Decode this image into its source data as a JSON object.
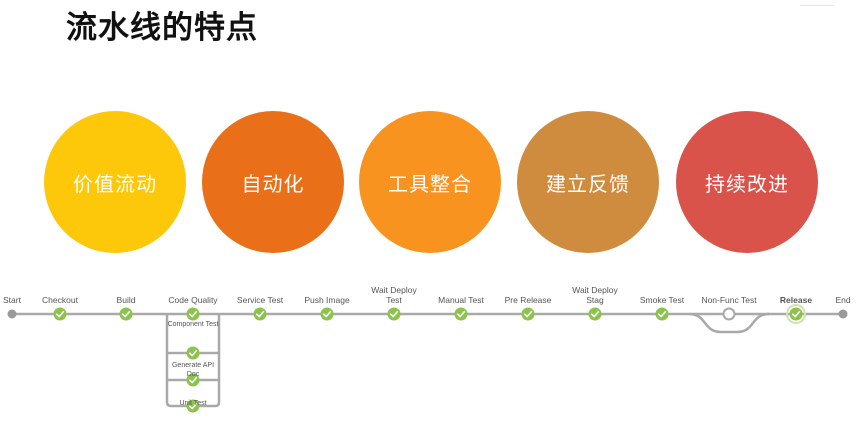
{
  "title": "流水线的特点",
  "colors": {
    "title": "#111111",
    "track": "#a9a9a9",
    "stage_done": "#8cc34a",
    "stage_pending": "#ffffff",
    "endpoint": "#9a9a9a"
  },
  "features": [
    {
      "label": "价值流动",
      "color": "#fdc70a"
    },
    {
      "label": "自动化",
      "color": "#e97018"
    },
    {
      "label": "工具整合",
      "color": "#f7931e"
    },
    {
      "label": "建立反馈",
      "color": "#cf8c3f"
    },
    {
      "label": "持续改进",
      "color": "#d9534a"
    }
  ],
  "pipeline": {
    "start_label": "Start",
    "end_label": "End",
    "stages": [
      {
        "label": [
          "Checkout"
        ],
        "status": "passed"
      },
      {
        "label": [
          "Build"
        ],
        "status": "passed"
      },
      {
        "label": [
          "Code Quality"
        ],
        "status": "passed",
        "parallel": [
          {
            "label": [
              "Component Test"
            ],
            "status": "passed"
          },
          {
            "label": [
              "Generate API",
              "Doc"
            ],
            "status": "passed"
          },
          {
            "label": [
              "Unit Test"
            ],
            "status": "passed"
          }
        ]
      },
      {
        "label": [
          "Service Test"
        ],
        "status": "passed"
      },
      {
        "label": [
          "Push Image"
        ],
        "status": "passed"
      },
      {
        "label": [
          "Wait Deploy",
          "Test"
        ],
        "status": "passed"
      },
      {
        "label": [
          "Manual Test"
        ],
        "status": "passed"
      },
      {
        "label": [
          "Pre Release"
        ],
        "status": "passed"
      },
      {
        "label": [
          "Wait Deploy",
          "Stag"
        ],
        "status": "passed"
      },
      {
        "label": [
          "Smoke Test"
        ],
        "status": "passed"
      },
      {
        "label": [
          "Non-Func Test"
        ],
        "status": "pending"
      },
      {
        "label": [
          "Release"
        ],
        "status": "current"
      }
    ]
  }
}
